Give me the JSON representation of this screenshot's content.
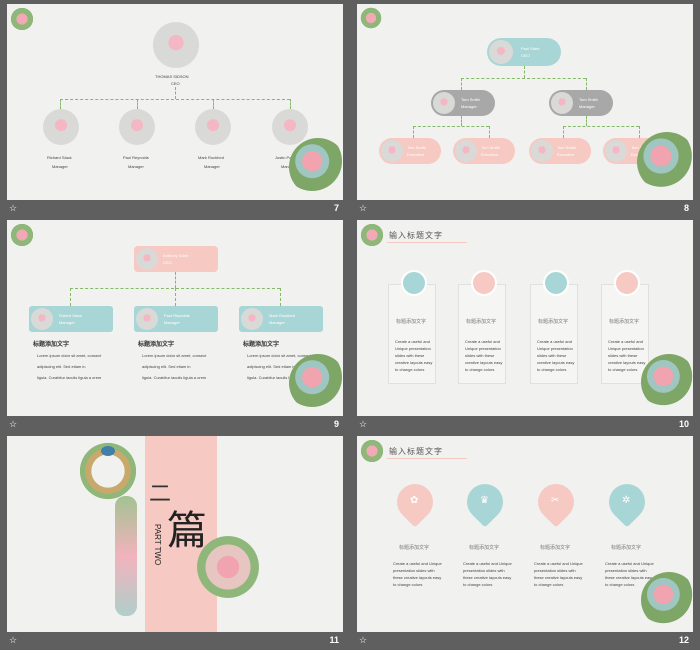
{
  "slides": {
    "s7": {
      "num": "7",
      "top_name": "THOMAS SIDSON",
      "top_sub": "CEO",
      "people": [
        {
          "name": "Richard Slack",
          "role": "Manager"
        },
        {
          "name": "Paul Reynolds",
          "role": "Manager"
        },
        {
          "name": "Mark Rockford",
          "role": "Manager"
        },
        {
          "name": "Justin Parker",
          "role": "Manager"
        }
      ]
    },
    "s8": {
      "num": "8",
      "top": {
        "name": "Paul Sdeb",
        "role": "CEO"
      },
      "mid": [
        {
          "name": "Tom Smith",
          "role": "Manager"
        },
        {
          "name": "Tom Smith",
          "role": "Manager"
        }
      ],
      "bottom": [
        {
          "name": "Tom Smith",
          "role": "Executive"
        },
        {
          "name": "Tom Smith",
          "role": "Executive"
        },
        {
          "name": "Tom Smith",
          "role": "Executive"
        },
        {
          "name": "Tom Smith",
          "role": "Executive"
        }
      ]
    },
    "s9": {
      "num": "9",
      "top": {
        "name": "Anthony Sdeb",
        "role": "CEO"
      },
      "cols": [
        {
          "name": "Robert Slack",
          "role": "Manager",
          "head": "标题添加文字",
          "b1": "Lorem ipsum dolor sit amet, consect",
          "b2": "adipiscing elit. Sed etiam in",
          "b3": "ligula. Curabitur iaculis ligula a orem"
        },
        {
          "name": "Paul Reynolds",
          "role": "Manager",
          "head": "标题添加文字",
          "b1": "Lorem ipsum dolor sit amet, consect",
          "b2": "adipiscing elit. Sed etiam in",
          "b3": "ligula. Curabitur iaculis ligula a orem"
        },
        {
          "name": "Mark Rockford",
          "role": "Manager",
          "head": "标题添加文字",
          "b1": "Lorem ipsum dolor sit amet, consect",
          "b2": "adipiscing elit. Sed etiam in",
          "b3": "ligula. Curabitur iaculis ligula a orem"
        }
      ]
    },
    "s10": {
      "num": "10",
      "title": "输入标题文字",
      "cards": [
        {
          "head": "标题添加文字",
          "body": "Create a useful and Unique presentation slides with these creative layouts easy to change colors"
        },
        {
          "head": "标题添加文字",
          "body": "Create a useful and Unique presentation slides with these creative layouts easy to change colors"
        },
        {
          "head": "标题添加文字",
          "body": "Create a useful and Unique presentation slides with these creative layouts easy to change colors"
        },
        {
          "head": "标题添加文字",
          "body": "Create a useful and Unique presentation slides with these creative layouts easy to change colors"
        }
      ]
    },
    "s11": {
      "num": "11",
      "big_char": "篇",
      "part": "PART TWO",
      "roman": "二"
    },
    "s12": {
      "num": "12",
      "title": "输入标题文字",
      "items": [
        {
          "head": "标题添加文字",
          "body": "Create a useful and Unique presentation slides with these creative layouts easy to change colors"
        },
        {
          "head": "标题添加文字",
          "body": "Create a useful and Unique presentation slides with these creative layouts easy to change colors"
        },
        {
          "head": "标题添加文字",
          "body": "Create a useful and Unique presentation slides with these creative layouts easy to change colors"
        },
        {
          "head": "标题添加文字",
          "body": "Create a useful and Unique presentation slides with these creative layouts easy to change colors"
        }
      ]
    }
  },
  "footer_mark": "☆",
  "colors": {
    "pink": "#f6c9c2",
    "teal": "#a8d6d6",
    "gray": "#a8a8a8",
    "frame": "#5f5f5f"
  }
}
